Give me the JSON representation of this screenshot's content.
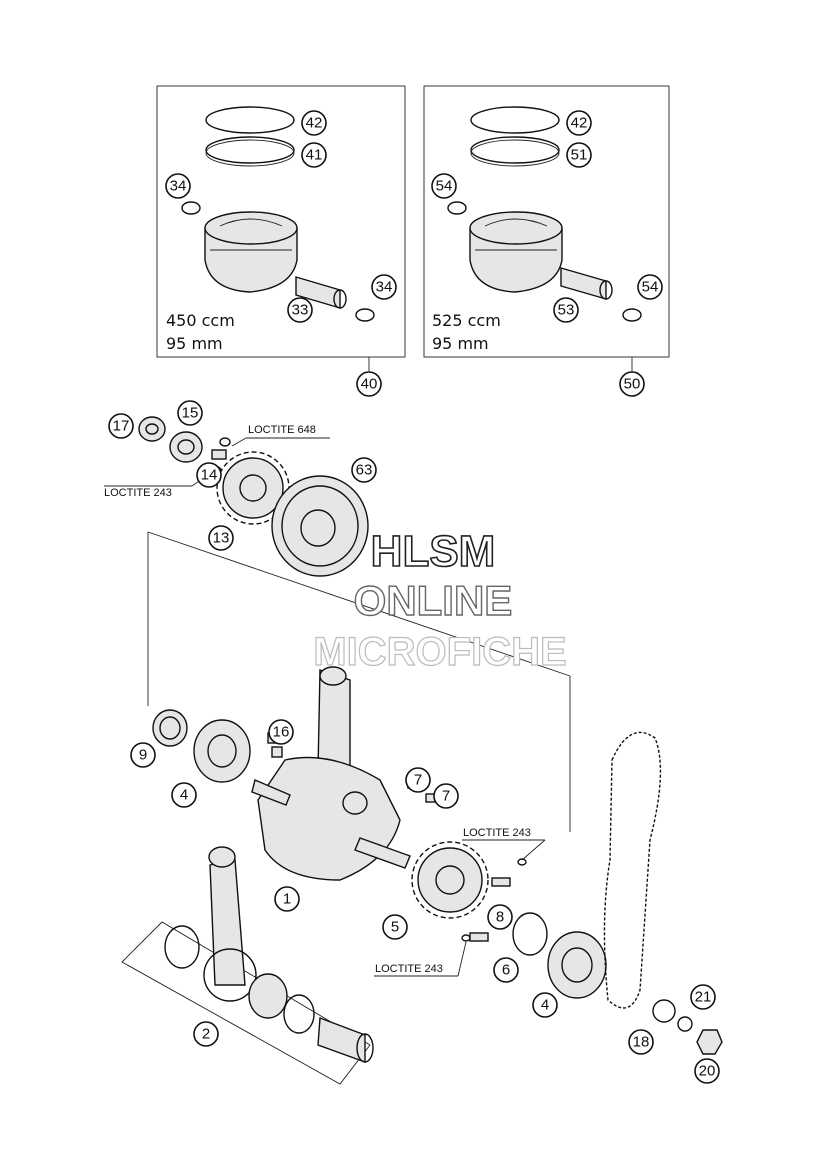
{
  "boxes": {
    "left": {
      "ccm": "450 ccm",
      "bore": "95 mm"
    },
    "right": {
      "ccm": "525 ccm",
      "bore": "95 mm"
    }
  },
  "notes": {
    "loctite_648": "LOCTITE 648",
    "loctite_243_a": "LOCTITE 243",
    "loctite_243_b": "LOCTITE 243",
    "loctite_243_c": "LOCTITE 243"
  },
  "watermark": {
    "line1": "HLSM",
    "line2": "ONLINE",
    "line3": "MICROFICHE"
  },
  "callouts": [
    {
      "id": "c42a",
      "label": "42"
    },
    {
      "id": "c41",
      "label": "41"
    },
    {
      "id": "c34a",
      "label": "34"
    },
    {
      "id": "c33",
      "label": "33"
    },
    {
      "id": "c34b",
      "label": "34"
    },
    {
      "id": "c40",
      "label": "40"
    },
    {
      "id": "c42b",
      "label": "42"
    },
    {
      "id": "c51",
      "label": "51"
    },
    {
      "id": "c54a",
      "label": "54"
    },
    {
      "id": "c53",
      "label": "53"
    },
    {
      "id": "c54b",
      "label": "54"
    },
    {
      "id": "c50",
      "label": "50"
    },
    {
      "id": "c17",
      "label": "17"
    },
    {
      "id": "c15",
      "label": "15"
    },
    {
      "id": "c14",
      "label": "14"
    },
    {
      "id": "c13",
      "label": "13"
    },
    {
      "id": "c63",
      "label": "63"
    },
    {
      "id": "c9",
      "label": "9"
    },
    {
      "id": "c4a",
      "label": "4"
    },
    {
      "id": "c16",
      "label": "16"
    },
    {
      "id": "c7a",
      "label": "7"
    },
    {
      "id": "c7b",
      "label": "7"
    },
    {
      "id": "c1",
      "label": "1"
    },
    {
      "id": "c5",
      "label": "5"
    },
    {
      "id": "c8",
      "label": "8"
    },
    {
      "id": "c6",
      "label": "6"
    },
    {
      "id": "c4b",
      "label": "4"
    },
    {
      "id": "c2",
      "label": "2"
    },
    {
      "id": "c21",
      "label": "21"
    },
    {
      "id": "c18",
      "label": "18"
    },
    {
      "id": "c20",
      "label": "20"
    }
  ]
}
